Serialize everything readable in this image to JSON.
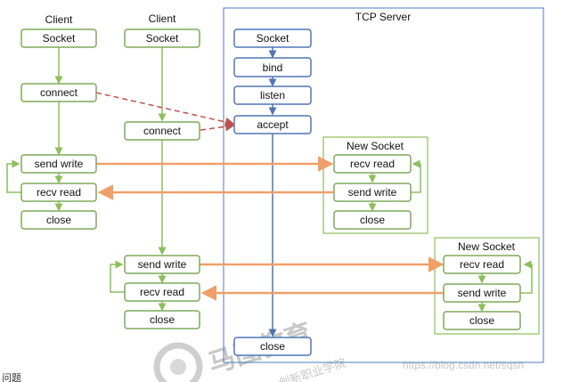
{
  "client1": {
    "title": "Client",
    "socket": "Socket",
    "connect": "connect",
    "send": "send write",
    "recv": "recv read",
    "close": "close"
  },
  "client2": {
    "title": "Client",
    "socket": "Socket",
    "connect": "connect",
    "send": "send write",
    "recv": "recv read",
    "close": "close"
  },
  "server": {
    "title": "TCP Server",
    "socket": "Socket",
    "bind": "bind",
    "listen": "listen",
    "accept": "accept",
    "close": "close"
  },
  "new_socket_1": {
    "title": "New Socket",
    "recv": "recv read",
    "send": "send write",
    "close": "close"
  },
  "new_socket_2": {
    "title": "New Socket",
    "recv": "recv read",
    "send": "send write",
    "close": "close"
  },
  "watermark": {
    "logo_text": "马图教育",
    "logo_sub": "创新职业学院",
    "url": "https://blog.csdn.net/sqsh",
    "footer_fragment": "问题"
  },
  "colors": {
    "client_box_border": "#7ea95a",
    "client_arrow": "#8cbf5a",
    "server_box_border": "#4f75b5",
    "server_arrow": "#4f75b5",
    "data_arrow": "#ef9f6a",
    "connect_dashed": "#c0504d",
    "server_frame": "#4f79bd",
    "new_socket_frame": "#8cbf5a"
  }
}
